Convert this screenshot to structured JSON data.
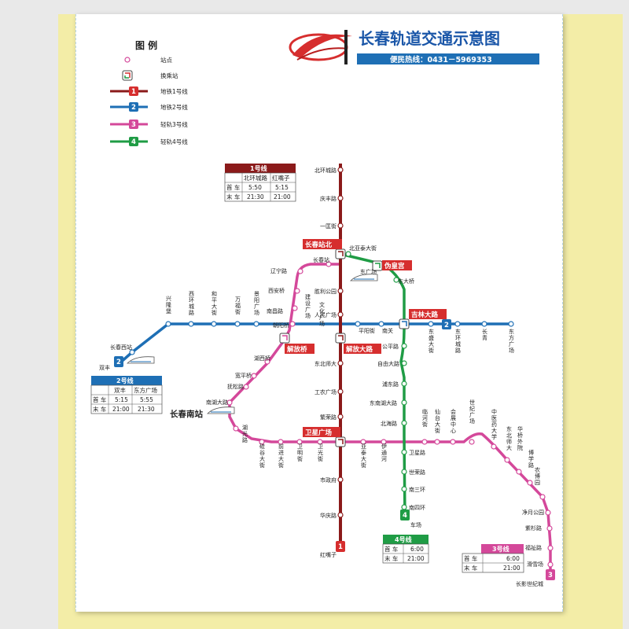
{
  "header": {
    "title": "长春轨道交通示意图",
    "hotline": "便民热线：0431－5969353"
  },
  "legend": {
    "title": "图  例",
    "items": [
      "站点",
      "换乘站",
      "地铁1号线",
      "地铁2号线",
      "轻轨3号线",
      "轻轨4号线"
    ],
    "badges": [
      "1",
      "2",
      "3",
      "4"
    ]
  },
  "colors": {
    "line1": "#8b1a1a",
    "line2": "#1e6fb5",
    "line3": "#d4489a",
    "line4": "#1f9c45",
    "highlight": "#d62e2e"
  },
  "highlight_labels": [
    "长春站北",
    "伪皇宫",
    "吉林大路",
    "解放桥",
    "解放大路",
    "卫星广场"
  ],
  "big_labels": [
    "长春南站"
  ],
  "stations": {
    "line1": [
      "北环城路",
      "庆丰路",
      "一匡街",
      "长春站北",
      "胜利公园",
      "人民广场",
      "解放大路",
      "东北师大",
      "工农广场",
      "繁荣路",
      "卫星广场",
      "市政府",
      "华庆路",
      "红嘴子"
    ],
    "line2": [
      "双丰",
      "长春西站",
      "兴隆堡",
      "西环城路",
      "和平大街",
      "万福街",
      "景阳广场",
      "朝阳桥",
      "解放桥",
      "解放大路",
      "平阳街",
      "南关",
      "吉林大路",
      "东盛大街",
      "东环城路",
      "长青",
      "东方广场"
    ],
    "line3": [
      "长春站",
      "辽宁路",
      "西安桥",
      "南昌路",
      "朝阳桥",
      "解放桥",
      "湖西桥",
      "宽平桥",
      "抚松路",
      "南湖大路",
      "湖光路",
      "硅谷大街",
      "前进大街",
      "卫明街",
      "卫光街",
      "卫星广场",
      "亚泰大街",
      "伊通河",
      "临河街",
      "仙台大街",
      "会展中心",
      "世纪广场",
      "中医药大学",
      "东北师大",
      "华桥外院",
      "博学路",
      "农博园",
      "净月公园",
      "紫杉路",
      "福祉路",
      "滑雪场",
      "长影世纪城"
    ],
    "line4": [
      "长春站北",
      "北亚泰大街",
      "伪皇宫",
      "东大桥",
      "吉林大路",
      "公平路",
      "自由大路",
      "浦东路",
      "东南湖大路",
      "北海路",
      "卫星路",
      "世荣路",
      "南三环",
      "南四环",
      "车场"
    ],
    "misc": [
      "东广场",
      "建设广场",
      "文化广场"
    ]
  },
  "timetables": {
    "line1": {
      "title": "1号线",
      "cols": [
        "北环城路",
        "红嘴子"
      ],
      "rows": [
        [
          "首  车",
          "5:50",
          "5:15"
        ],
        [
          "末  车",
          "21:30",
          "21:00"
        ]
      ]
    },
    "line2": {
      "title": "2号线",
      "cols": [
        "双丰",
        "东方广场"
      ],
      "rows": [
        [
          "首  车",
          "5:15",
          "5:55"
        ],
        [
          "末  车",
          "21:00",
          "21:30"
        ]
      ]
    },
    "line3": {
      "title": "3号线",
      "cols": [],
      "rows": [
        [
          "首  车",
          "6:00"
        ],
        [
          "末  车",
          "21:00"
        ]
      ]
    },
    "line4": {
      "title": "4号线",
      "cols": [],
      "rows": [
        [
          "首  车",
          "6:00"
        ],
        [
          "末  车",
          "21:00"
        ]
      ]
    }
  }
}
